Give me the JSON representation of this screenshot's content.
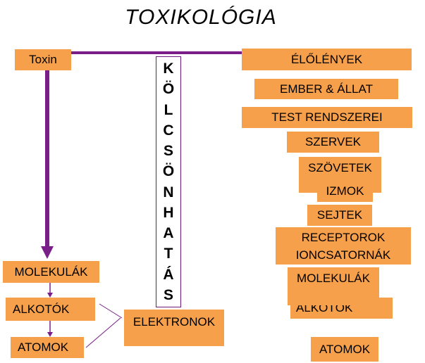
{
  "title": "TOXIKOLÓGIA",
  "toxin": "Toxin",
  "interaction_letters": [
    "K",
    "Ö",
    "L",
    "C",
    "S",
    "Ö",
    "N",
    "H",
    "A",
    "T",
    "Á",
    "S"
  ],
  "left": [
    "MOLEKULÁK",
    "ALKOTÓK",
    "ATOMOK"
  ],
  "center": "ELEKTRONOK",
  "right": {
    "organisms": "ÉLŐLÉNYEK",
    "human_animal": "EMBER & ÁLLAT",
    "body_systems": "TEST RENDSZEREI",
    "organs": "SZERVEK",
    "tissues": "SZÖVETEK",
    "muscles": "IZMOK",
    "cells": "SEJTEK",
    "receptors": "RECEPTOROK",
    "ion_channels": "IONCSATORNÁK",
    "molecules": "MOLEKULÁK",
    "components": "ALKOTÓK",
    "atoms": "ATOMOK"
  },
  "colors": {
    "box": "#f7a04b",
    "line": "#7a1f8a",
    "text": "#000000"
  }
}
